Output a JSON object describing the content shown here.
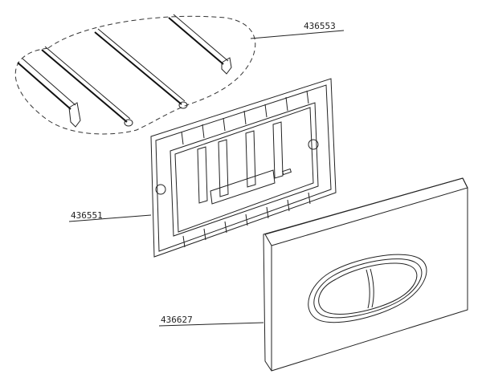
{
  "callouts": [
    {
      "id": "rods",
      "part_number": "436553"
    },
    {
      "id": "frame",
      "part_number": "436551"
    },
    {
      "id": "plate",
      "part_number": "436627"
    }
  ],
  "colors": {
    "line": "#222222",
    "background": "#ffffff"
  }
}
